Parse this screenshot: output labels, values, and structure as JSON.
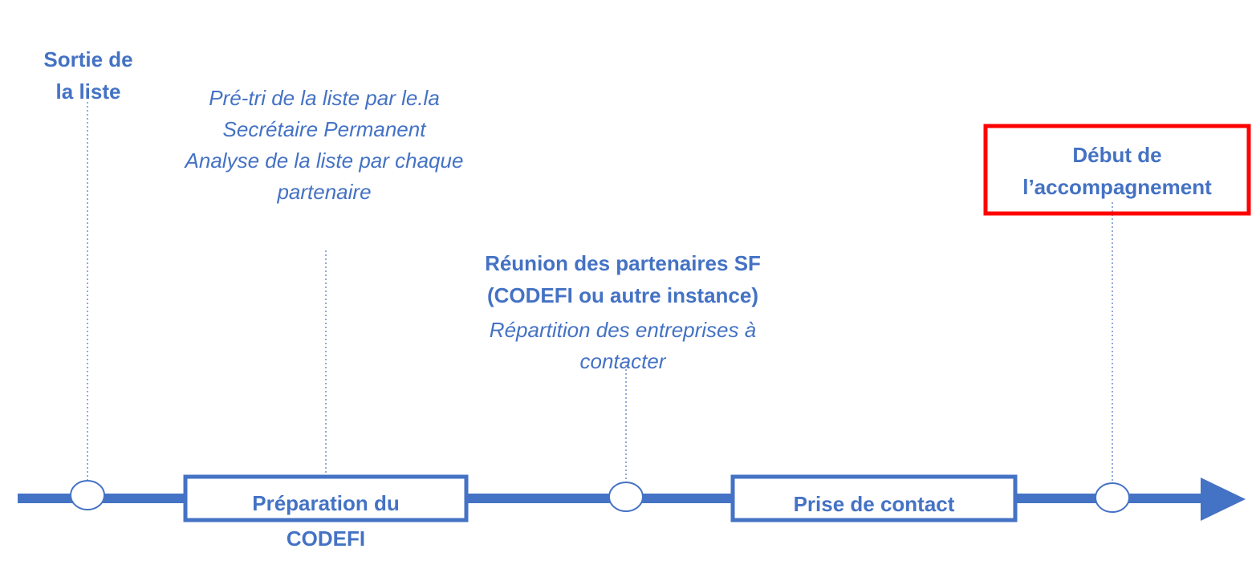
{
  "milestones": {
    "sortie": {
      "lines": [
        "Sortie de",
        "la liste"
      ]
    },
    "reunion": {
      "title_lines": [
        "Réunion des partenaires SF",
        "(CODEFI ou autre instance)"
      ],
      "sub_lines": [
        "Répartition des entreprises à",
        "contacter"
      ]
    },
    "debut": {
      "lines": [
        "Début de",
        "l’accompagnement"
      ]
    }
  },
  "phases": {
    "preparation": {
      "note_lines": [
        "Pré-tri de la liste par le.la",
        "Secrétaire Permanent",
        "Analyse de la liste par chaque",
        "partenaire"
      ],
      "box_lines": [
        "Préparation du",
        "CODEFI"
      ]
    },
    "contact": {
      "box_lines": [
        "Prise de contact"
      ]
    }
  },
  "colors": {
    "accent": "#4472C4",
    "highlight": "#FF0000",
    "background": "#FFFFFF"
  }
}
